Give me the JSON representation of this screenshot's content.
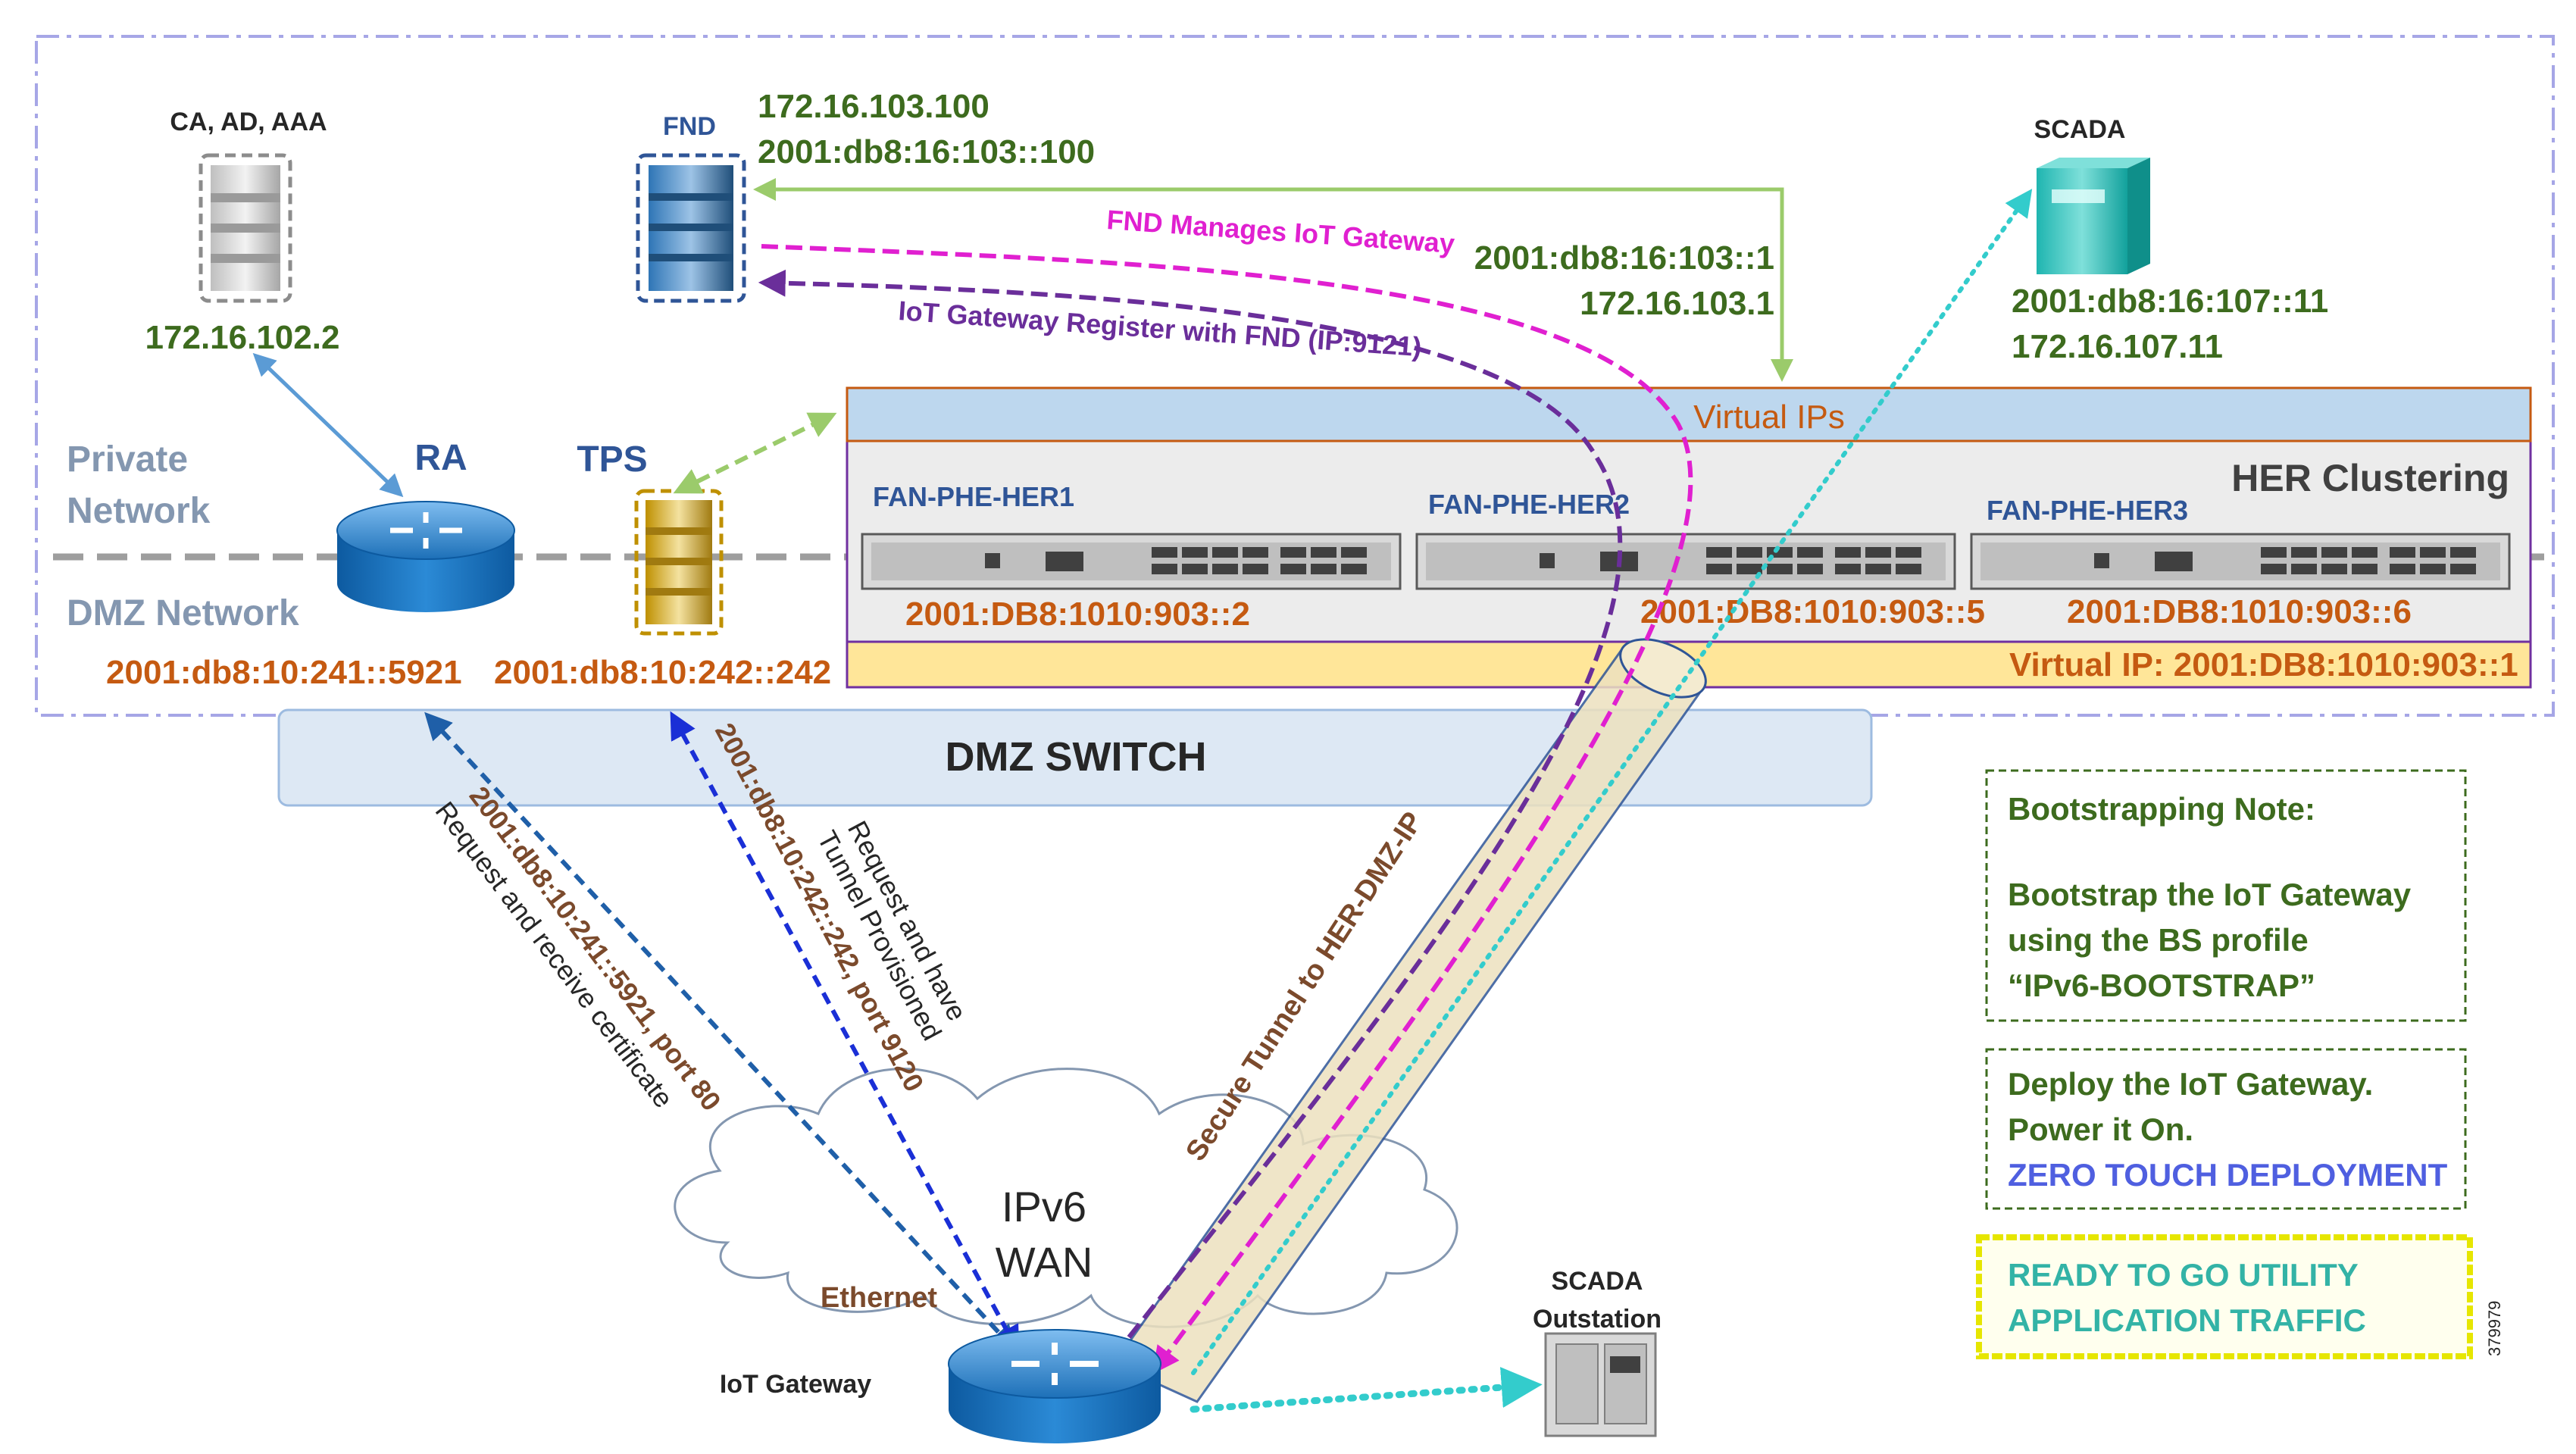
{
  "zones": {
    "private_label_line1": "Private",
    "private_label_line2": "Network",
    "dmz_label": "DMZ Network",
    "dmz_switch": "DMZ SWITCH",
    "wan_line1": "IPv6",
    "wan_line2": "WAN",
    "ethernet": "Ethernet"
  },
  "nodes": {
    "ca": {
      "title": "CA, AD, AAA",
      "ip": "172.16.102.2"
    },
    "fnd": {
      "title": "FND",
      "ipv4": "172.16.103.100",
      "ipv6": "2001:db8:16:103::100"
    },
    "scada": {
      "title": "SCADA",
      "ipv6": "2001:db8:16:107::11",
      "ipv4": "172.16.107.11"
    },
    "ra": {
      "title": "RA",
      "ip": "2001:db8:10:241::5921"
    },
    "tps": {
      "title": "TPS",
      "ip": "2001:db8:10:242::242"
    },
    "her1": {
      "title": "FAN-PHE-HER1",
      "ip": "2001:DB8:1010:903::2"
    },
    "her2": {
      "title": "FAN-PHE-HER2",
      "ip": "2001:DB8:1010:903::5"
    },
    "her3": {
      "title": "FAN-PHE-HER3",
      "ip": "2001:DB8:1010:903::6"
    },
    "gateway": {
      "title": "IoT Gateway"
    },
    "outstation": {
      "line1": "SCADA",
      "line2": "Outstation"
    }
  },
  "her_cluster": {
    "title": "HER Clustering",
    "virtual_ips": "Virtual IPs",
    "virtual_ip": "Virtual IP: 2001:DB8:1010:903::1",
    "gw_ipv6": "2001:db8:16:103::1",
    "gw_ipv4": "172.16.103.1"
  },
  "flows": {
    "fnd_manages": "FND Manages IoT Gateway",
    "gw_register": "IoT Gateway Register with FND (IP:9121)",
    "secure_tunnel": "Secure Tunnel to HER-DMZ-IP",
    "ra_addr": "2001:db8:10:241::5921, port 80",
    "ra_action": "Request and receive certificate",
    "tps_addr": "2001:db8:10:242::242, port 9120",
    "tps_action_line1": "Request and have",
    "tps_action_line2": "Tunnel Provisioned"
  },
  "notes": {
    "bootstrap_title": "Bootstrapping Note:",
    "bootstrap_line1": "Bootstrap the IoT Gateway",
    "bootstrap_line2": "using the BS profile",
    "bootstrap_line3": "“IPv6-BOOTSTRAP”",
    "deploy_line1": "Deploy the IoT Gateway.",
    "deploy_line2": "Power it On.",
    "deploy_line3": "ZERO TOUCH DEPLOYMENT",
    "ready_line1": "READY TO GO UTILITY",
    "ready_line2": "APPLICATION TRAFFIC"
  },
  "figure_id": "379979",
  "colors": {
    "green_text": "#3d6b1e",
    "orange_text": "#c55a11",
    "blue_title": "#2f5597",
    "zone_gray": "#8497b0",
    "magenta": "#e020d0",
    "purple": "#6a2e9a",
    "light_green": "#9bcb6b",
    "teal": "#33cccc",
    "brown": "#7b4a2c"
  }
}
